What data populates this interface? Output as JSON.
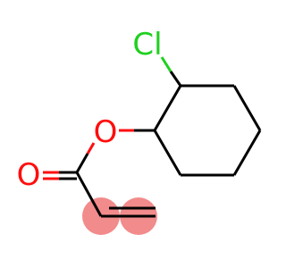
{
  "molecule": {
    "atoms": {
      "cl": "Cl",
      "o_ether": "O",
      "o_carbonyl": "O"
    },
    "colors": {
      "bond": "#000000",
      "chlorine": "#1fd01f",
      "oxygen": "#ff0d0d",
      "highlight": "#f28b8b"
    }
  }
}
